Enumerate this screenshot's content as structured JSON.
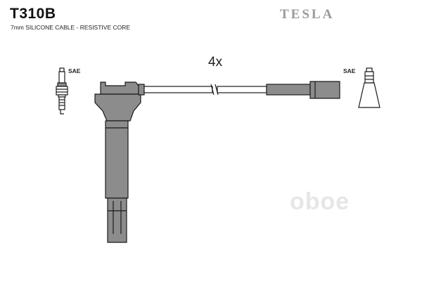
{
  "header": {
    "part_number": "T310B",
    "description": "7mm SILICONE CABLE - RESISTIVE CORE",
    "brand": "TESLA"
  },
  "diagram": {
    "quantity_label": "4x",
    "left_connector_label": "SAE",
    "right_connector_label": "SAE"
  },
  "watermark": {
    "text": "oboe"
  }
}
